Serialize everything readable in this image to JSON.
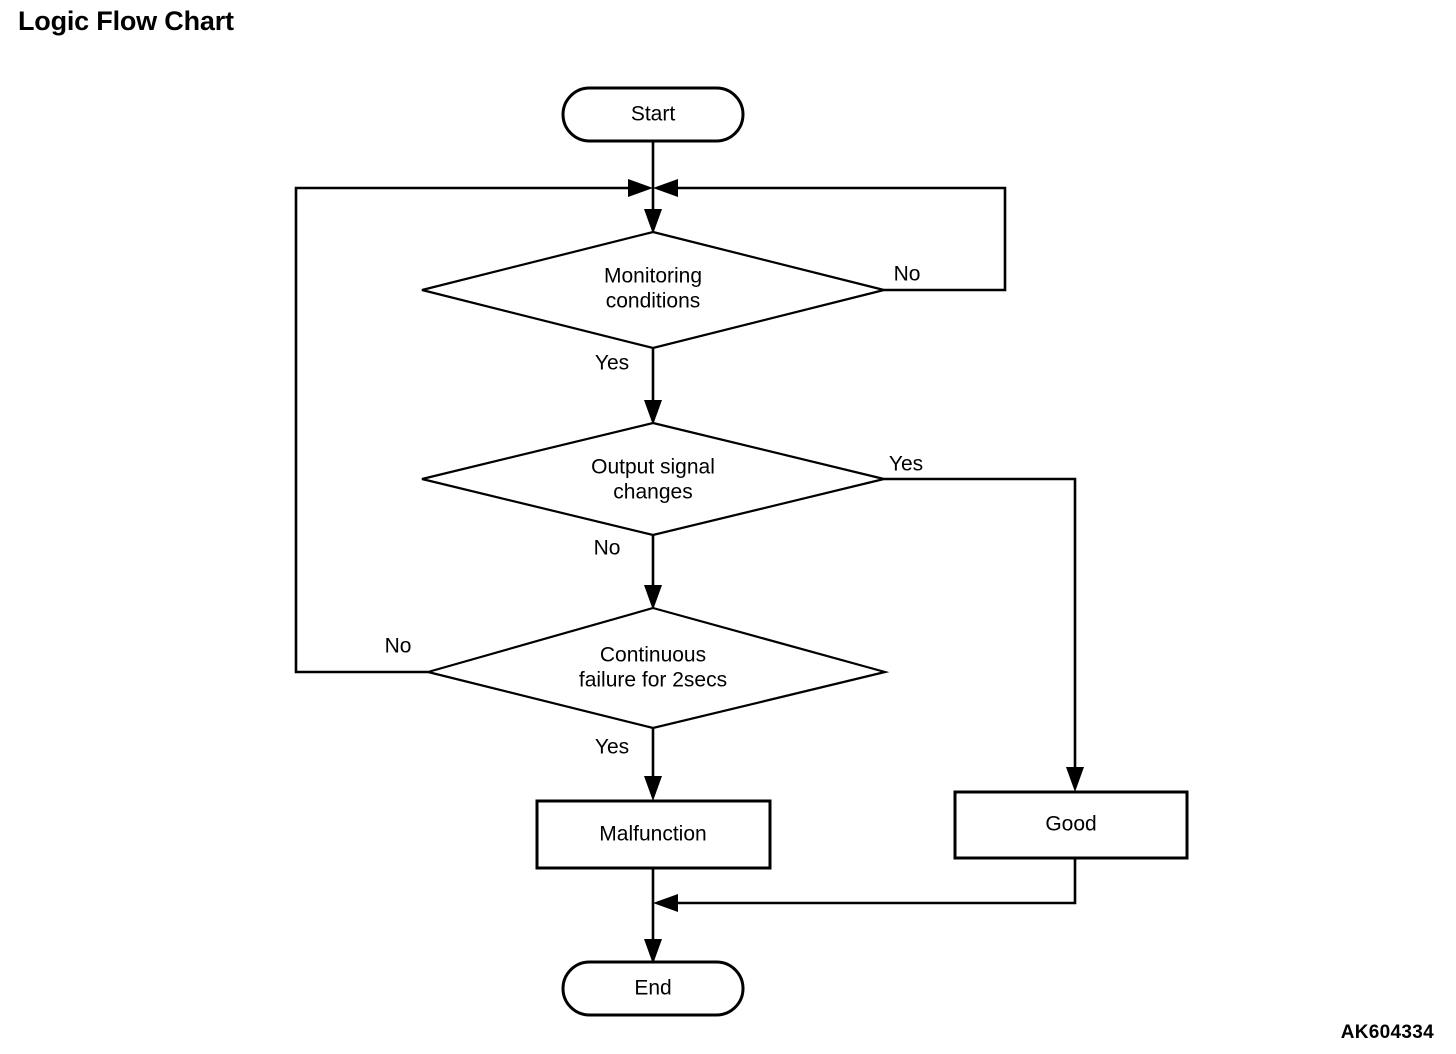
{
  "page": {
    "title": "Logic Flow Chart",
    "figure_code": "AK604334",
    "background_color": "#ffffff",
    "line_color": "#000000"
  },
  "chart_data": {
    "type": "diagram",
    "diagram_kind": "flowchart",
    "title": "Logic Flow Chart",
    "nodes": [
      {
        "id": "start",
        "shape": "terminator",
        "label": "Start"
      },
      {
        "id": "monitoring",
        "shape": "decision",
        "label_line1": "Monitoring",
        "label_line2": "conditions"
      },
      {
        "id": "output",
        "shape": "decision",
        "label_line1": "Output signal",
        "label_line2": "changes"
      },
      {
        "id": "continuous",
        "shape": "decision",
        "label_line1": "Continuous",
        "label_line2": "failure for 2secs"
      },
      {
        "id": "malfunction",
        "shape": "process",
        "label": "Malfunction"
      },
      {
        "id": "good",
        "shape": "process",
        "label": "Good"
      },
      {
        "id": "end",
        "shape": "terminator",
        "label": "End"
      }
    ],
    "edges": [
      {
        "from": "start",
        "to": "monitoring",
        "label": ""
      },
      {
        "from": "monitoring",
        "to": "monitoring",
        "label": "No",
        "routing": "right-up-back-to-entry-junction"
      },
      {
        "from": "monitoring",
        "to": "output",
        "label": "Yes",
        "routing": "down"
      },
      {
        "from": "output",
        "to": "good",
        "label": "Yes",
        "routing": "right-down"
      },
      {
        "from": "output",
        "to": "continuous",
        "label": "No",
        "routing": "down"
      },
      {
        "from": "continuous",
        "to": "monitoring",
        "label": "No",
        "routing": "left-up-back-to-entry-junction"
      },
      {
        "from": "continuous",
        "to": "malfunction",
        "label": "Yes",
        "routing": "down"
      },
      {
        "from": "malfunction",
        "to": "end",
        "label": "",
        "routing": "down"
      },
      {
        "from": "good",
        "to": "end",
        "label": "",
        "routing": "down-left-merge"
      }
    ]
  },
  "labels": {
    "start": "Start",
    "end": "End",
    "monitoring_line1": "Monitoring",
    "monitoring_line2": "conditions",
    "output_line1": "Output signal",
    "output_line2": "changes",
    "continuous_line1": "Continuous",
    "continuous_line2": "failure for 2secs",
    "malfunction": "Malfunction",
    "good": "Good",
    "edge_monitoring_no": "No",
    "edge_monitoring_yes": "Yes",
    "edge_output_yes": "Yes",
    "edge_output_no": "No",
    "edge_continuous_no": "No",
    "edge_continuous_yes": "Yes"
  }
}
